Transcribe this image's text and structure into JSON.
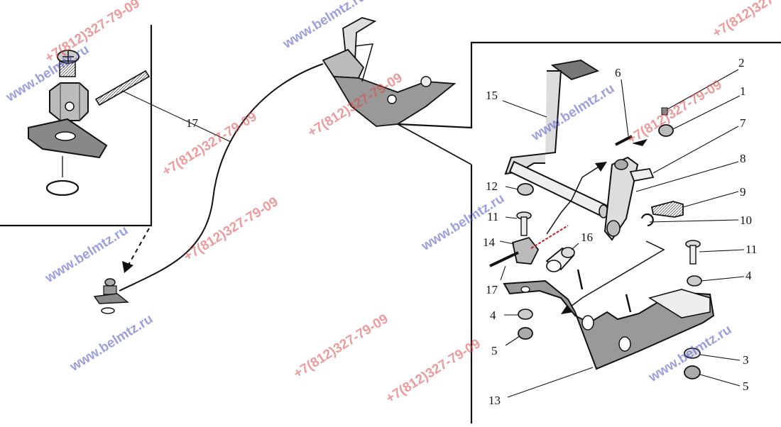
{
  "diagram": {
    "callouts": [
      {
        "id": "c1",
        "text": "1"
      },
      {
        "id": "c2",
        "text": "2"
      },
      {
        "id": "c3",
        "text": "3"
      },
      {
        "id": "c4a",
        "text": "4"
      },
      {
        "id": "c4b",
        "text": "4"
      },
      {
        "id": "c5a",
        "text": "5"
      },
      {
        "id": "c5b",
        "text": "5"
      },
      {
        "id": "c6",
        "text": "6"
      },
      {
        "id": "c7",
        "text": "7"
      },
      {
        "id": "c8",
        "text": "8"
      },
      {
        "id": "c9",
        "text": "9"
      },
      {
        "id": "c10",
        "text": "10"
      },
      {
        "id": "c11a",
        "text": "11"
      },
      {
        "id": "c11b",
        "text": "11"
      },
      {
        "id": "c12",
        "text": "12"
      },
      {
        "id": "c13",
        "text": "13"
      },
      {
        "id": "c14",
        "text": "14"
      },
      {
        "id": "c15",
        "text": "15"
      },
      {
        "id": "c16",
        "text": "16"
      },
      {
        "id": "c17a",
        "text": "17"
      },
      {
        "id": "c17b",
        "text": "17"
      }
    ]
  },
  "watermarks": {
    "site": "www.belmtz.ru",
    "phone": "+7(812)327-79-09"
  },
  "colors": {
    "line": "#1a1a1a",
    "shade": "#8a8a8a",
    "watermark_site": "#4a52c8",
    "watermark_phone": "#e04848"
  }
}
